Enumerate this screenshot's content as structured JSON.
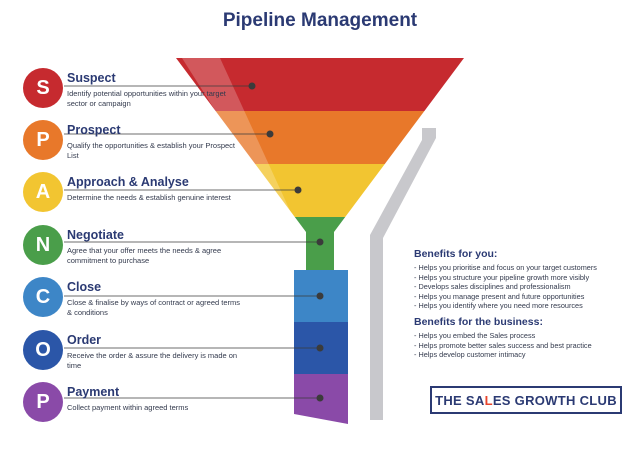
{
  "title": "Pipeline Management",
  "stages": [
    {
      "letter": "S",
      "name": "Suspect",
      "desc": "Identify potential opportunities within your target sector or campaign",
      "color": "#c62a2f"
    },
    {
      "letter": "P",
      "name": "Prospect",
      "desc": "Qualify the opportunities & establish your Prospect List",
      "color": "#e8782a"
    },
    {
      "letter": "A",
      "name": "Approach & Analyse",
      "desc": "Determine the needs & establish genuine interest",
      "color": "#f2c531"
    },
    {
      "letter": "N",
      "name": "Negotiate",
      "desc": "Agree that your offer meets the needs & agree commitment to purchase",
      "color": "#4a9e4a"
    },
    {
      "letter": "C",
      "name": "Close",
      "desc": "Close & finalise by ways of contract or agreed terms & conditions",
      "color": "#3d86c7"
    },
    {
      "letter": "O",
      "name": "Order",
      "desc": "Receive the order & assure the delivery is made on time",
      "color": "#2b56a8"
    },
    {
      "letter": "P",
      "name": "Payment",
      "desc": "Collect payment within agreed terms",
      "color": "#8a4aa8"
    }
  ],
  "benefits_you": {
    "heading": "Benefits for you:",
    "items": [
      "- Helps you prioritise and focus on your target customers",
      "- Helps you structure your pipeline growth more visibly",
      "- Develops sales disciplines and professionalism",
      "- Helps you manage present and future opportunities",
      "- Helps you identify where you need more resources"
    ]
  },
  "benefits_business": {
    "heading": "Benefits for the business:",
    "items": [
      "- Helps you embed the Sales process",
      "- Helps promote better sales success and best practice",
      "- Helps develop customer intimacy"
    ]
  },
  "logo": {
    "part1": "THE SA",
    "mark": "L",
    "part2": "ES GROWTH CLUB"
  }
}
